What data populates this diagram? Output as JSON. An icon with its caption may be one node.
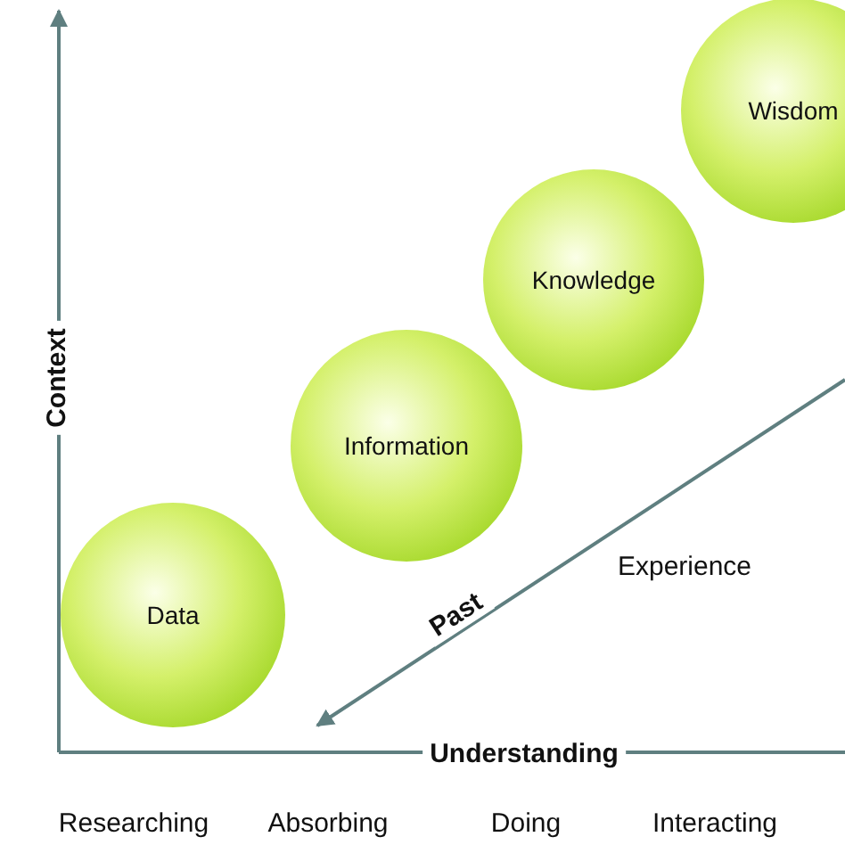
{
  "diagram": {
    "nodes": [
      {
        "text": [
          "Data"
        ]
      },
      {
        "text": [
          "Information"
        ]
      },
      {
        "text": [
          "Knowledge"
        ]
      },
      {
        "text": [
          "Wisdom"
        ]
      }
    ],
    "labels": [
      "Context",
      "Past",
      "Experience",
      "Understanding",
      "Researching",
      "Absorbing",
      "Doing",
      "Interacting"
    ]
  }
}
